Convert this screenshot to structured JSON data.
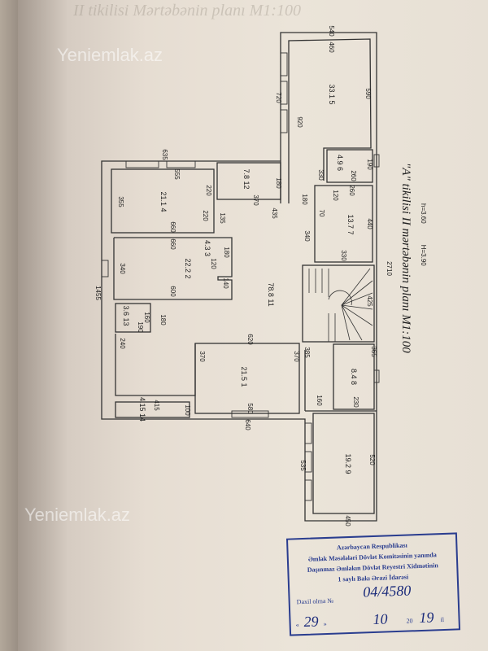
{
  "title": "\"A\" tikilisi II mərtəbənin planı M1:100",
  "heights": {
    "h": "h=3.60",
    "H": "H=3.90"
  },
  "watermark": "Yeniemlak.az",
  "faded_header": "II tikilisi Mərtəbənin planı M1:100",
  "rooms": [
    {
      "num": "1",
      "area": "21.5"
    },
    {
      "num": "2",
      "area": "22.2"
    },
    {
      "num": "3",
      "area": "4.3"
    },
    {
      "num": "4",
      "area": "21.1"
    },
    {
      "num": "5",
      "area": "33.1"
    },
    {
      "num": "6",
      "area": "4.9"
    },
    {
      "num": "7",
      "area": "13.7"
    },
    {
      "num": "8",
      "area": "8.4"
    },
    {
      "num": "9",
      "area": "19.2"
    },
    {
      "num": "11",
      "area": "78.8"
    },
    {
      "num": "12",
      "area": "7.8"
    },
    {
      "num": "13",
      "area": "3.6"
    },
    {
      "num": "14",
      "area": "4.15"
    }
  ],
  "dims": [
    "540",
    "460",
    "590",
    "720",
    "920",
    "190",
    "260",
    "330",
    "120",
    "260",
    "440",
    "330",
    "70",
    "180",
    "635",
    "555",
    "220",
    "355",
    "660",
    "220",
    "370",
    "180",
    "435",
    "135",
    "340",
    "660",
    "180",
    "120",
    "340",
    "600",
    "140",
    "1455",
    "2710",
    "425",
    "160",
    "180",
    "190",
    "620",
    "240",
    "370",
    "370",
    "385",
    "365",
    "415",
    "100",
    "580",
    "160",
    "230",
    "640",
    "535",
    "520",
    "450"
  ],
  "stamp": {
    "line1": "Azərbaycan Respublikası",
    "line2": "Əmlak Məsələləri Dövlət Komitəsinin yanında",
    "line3": "Daşınmaz Əmlakın Dövlət Reyestri Xidmətinin",
    "line4": "1 saylı Bakı Ərazi İdarəsi",
    "reg_label": "Daxil olma №",
    "reg_number": "04/4580",
    "date_day": "29",
    "date_month": "10",
    "date_year_prefix": "20",
    "date_year": "19",
    "date_suffix": "il"
  }
}
